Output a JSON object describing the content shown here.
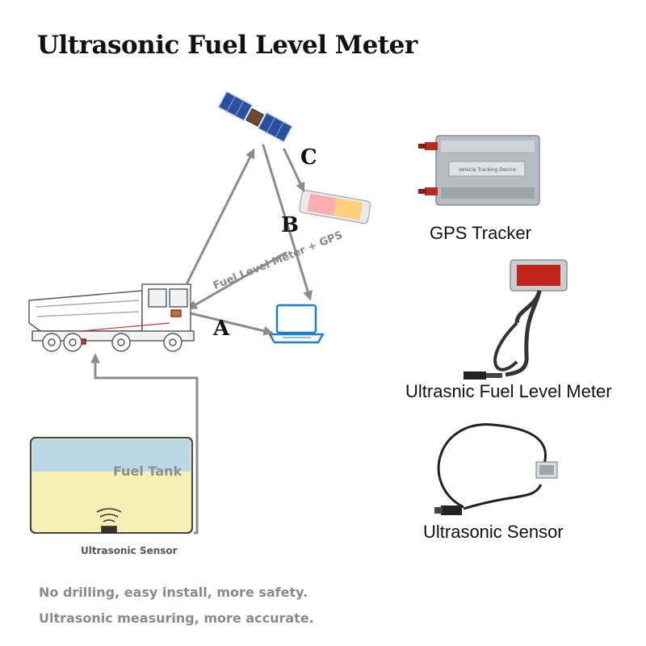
{
  "title": "Ultrasonic Fuel Level Meter",
  "arrows": {
    "a": "A",
    "b": "B",
    "c": "C"
  },
  "diagonal_label": "Fuel Level Meter + GPS",
  "tank": {
    "label": "Fuel Tank",
    "sensor_label": "Ultrasonic Sensor"
  },
  "products": {
    "gps_tracker": "GPS Tracker",
    "meter": "Ultrasnic Fuel Level Meter",
    "sensor": "Ultrasonic Sensor"
  },
  "tracker_plate": "Vehicle Tracking Device",
  "bottom_lines": [
    "No drilling, easy install, more safety.",
    "Ultrasonic measuring, more accurate."
  ],
  "colors": {
    "arrow": "#8c8c8c",
    "tank_top": "#bcd8e6",
    "tank_bottom": "#f7f0b4",
    "display": "#c0241b"
  }
}
